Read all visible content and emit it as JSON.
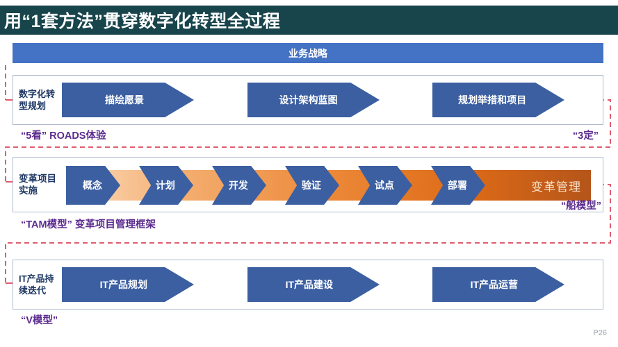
{
  "slide": {
    "title": "用“1套方法”贯穿数字化转型全过程",
    "page_number": "P26",
    "header_color": "#18444B",
    "accent_blue": "#4472C4",
    "arrow_blue": "#3B5FA1",
    "caption_purple": "#5B2B8E",
    "dash_red": "#E05C6E"
  },
  "strategy_bar": {
    "label": "业务战略"
  },
  "sections": [
    {
      "id": "plan",
      "label": "数字化转型规划",
      "type": "arrows",
      "steps": [
        {
          "label": "描绘愿景"
        },
        {
          "label": "设计架构蓝图"
        },
        {
          "label": "规划举措和项目"
        }
      ],
      "caption_left": "“5看” ROADS体验",
      "caption_right": "“3定”"
    },
    {
      "id": "change",
      "label": "变革项目实施",
      "type": "chevrons",
      "track_label": "变革管理",
      "steps": [
        {
          "label": "概念"
        },
        {
          "label": "计划"
        },
        {
          "label": "开发"
        },
        {
          "label": "验证"
        },
        {
          "label": "试点"
        },
        {
          "label": "部署"
        }
      ],
      "caption_left": "“TAM模型” 变革项目管理框架",
      "caption_right": "“船模型”"
    },
    {
      "id": "it",
      "label": "IT产品持续迭代",
      "type": "arrows",
      "steps": [
        {
          "label": "IT产品规划"
        },
        {
          "label": "IT产品建设"
        },
        {
          "label": "IT产品运营"
        }
      ],
      "caption_left": "“V模型”",
      "caption_right": ""
    }
  ]
}
